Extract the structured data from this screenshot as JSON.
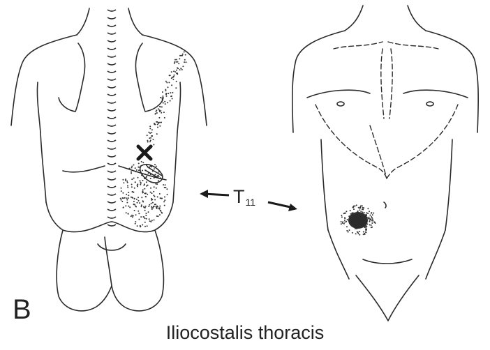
{
  "figure": {
    "panel_letter": "B",
    "caption": "Iliocostalis thoracis",
    "segment_label": {
      "main": "T",
      "sub": "11"
    }
  },
  "colors": {
    "ink": "#2a2a2a",
    "stipple": "#333333",
    "paper": "#ffffff"
  },
  "icons": {
    "trigger_point": "x-mark",
    "referral": "stipple-dots",
    "arrows": "double-arrow"
  }
}
